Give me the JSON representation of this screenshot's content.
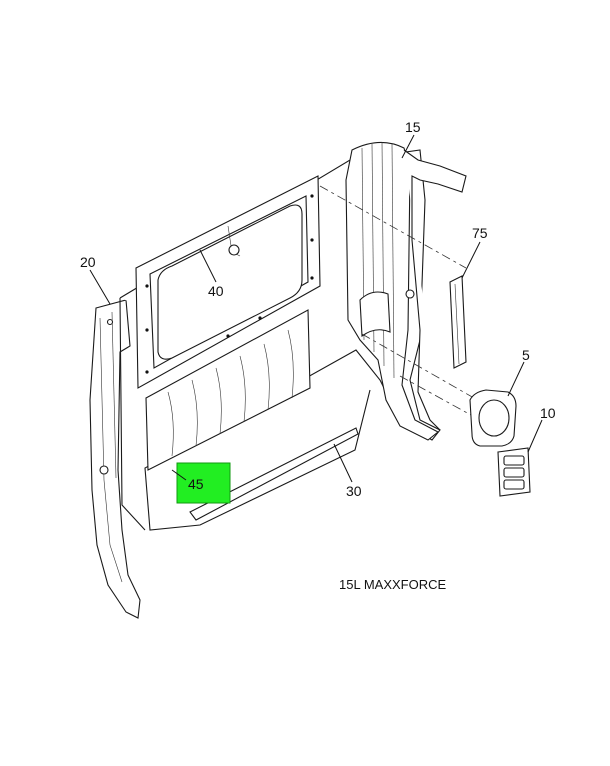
{
  "diagram": {
    "caption": "15L MAXXFORCE",
    "callouts": [
      {
        "id": "c15",
        "label": "15"
      },
      {
        "id": "c75",
        "label": "75"
      },
      {
        "id": "c20",
        "label": "20"
      },
      {
        "id": "c40",
        "label": "40"
      },
      {
        "id": "c5",
        "label": "5"
      },
      {
        "id": "c10",
        "label": "10"
      },
      {
        "id": "c45",
        "label": "45",
        "highlighted": true
      },
      {
        "id": "c30",
        "label": "30"
      }
    ],
    "highlight_color": "#22ee22"
  }
}
